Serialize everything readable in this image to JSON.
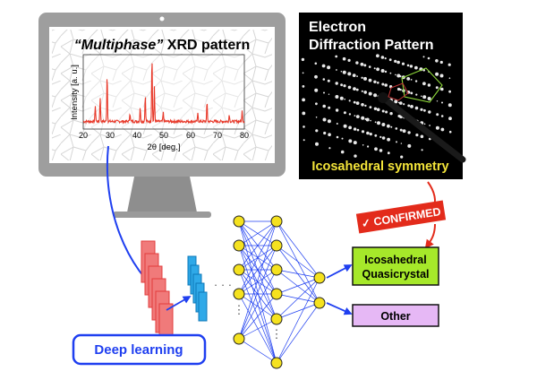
{
  "xrd": {
    "title_quoted": "“Multiphase”",
    "title_rest": " XRD pattern",
    "ylabel": "Intensity [a. u.]",
    "xlabel": "2θ [deg.]",
    "xticks": [
      "20",
      "30",
      "40",
      "50",
      "60",
      "70",
      "80"
    ]
  },
  "ed": {
    "title_line1": "Electron",
    "title_line2": "Diffraction Pattern",
    "caption": "Icosahedral symmetry"
  },
  "confirmed_badge": "✓ CONFIRMED",
  "deep_learning_label": "Deep learning",
  "outputs": {
    "class1_line1": "Icosahedral",
    "class1_line2": "Quasicrystal",
    "class2": "Other"
  },
  "colors": {
    "monitor": "#9e9e9e",
    "xrd_peaks": "#e8392a",
    "conv1": "#f07a7a",
    "conv2": "#2fa9e8",
    "neuron": "#f5e21f",
    "arrow_blue": "#1f3ff0",
    "confirmed": "#e32b1b",
    "class1_fill": "#a6e82a",
    "class2_fill": "#e6b8f5",
    "caption": "#f4e53a"
  }
}
